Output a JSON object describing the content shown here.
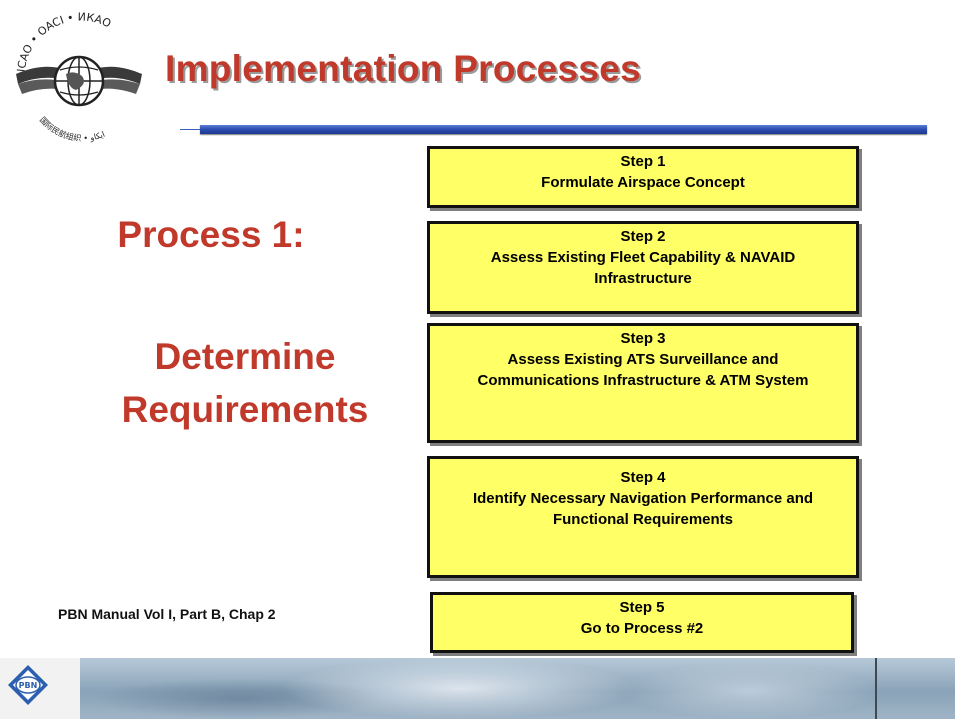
{
  "title": "Implementation Processes",
  "logo": {
    "icon": "icao-emblem-icon",
    "ring_text": "ICAO • OACI • ИКАО",
    "ring_text_lower": "国际民航组织 • ايكاو"
  },
  "left_panel": {
    "process_label": "Process 1:",
    "determine_line1": "Determine",
    "determine_line2": "Requirements"
  },
  "steps": [
    {
      "label": "Step 1",
      "lines": [
        "Formulate Airspace Concept"
      ]
    },
    {
      "label": "Step 2",
      "lines": [
        "Assess Existing Fleet Capability & NAVAID",
        "Infrastructure"
      ]
    },
    {
      "label": "Step 3",
      "lines": [
        "Assess Existing ATS Surveillance and",
        "Communications Infrastructure & ATM System"
      ]
    },
    {
      "label": "Step 4",
      "lines": [
        "Identify Necessary Navigation Performance and",
        "Functional Requirements"
      ]
    },
    {
      "label": "Step 5",
      "lines": [
        "Go to Process #2"
      ]
    }
  ],
  "reference": "PBN Manual Vol I, Part B, Chap 2",
  "footer": {
    "icon": "pbn-badge-icon",
    "badge_text": "PBN"
  },
  "colors": {
    "title": "#c0392b",
    "step_fill": "#ffff66",
    "rule": "#2e4fb3"
  }
}
